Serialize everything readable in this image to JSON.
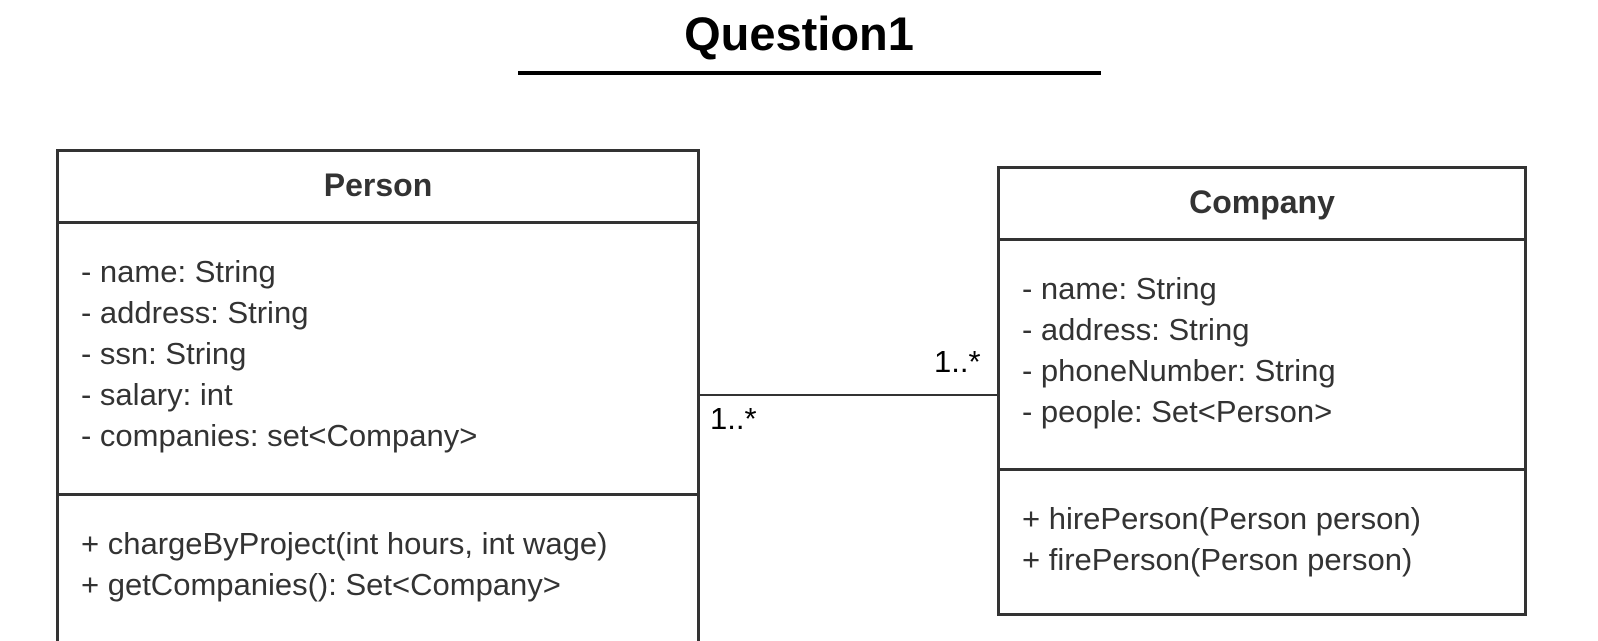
{
  "title": "Question1",
  "classes": {
    "person": {
      "name": "Person",
      "attributes": [
        "- name: String",
        "- address: String",
        "- ssn: String",
        "- salary: int",
        "- companies: set<Company>"
      ],
      "methods": [
        "+ chargeByProject(int hours, int wage)",
        "+ getCompanies(): Set<Company>"
      ]
    },
    "company": {
      "name": "Company",
      "attributes": [
        "- name: String",
        "- address: String",
        "- phoneNumber: String",
        "- people: Set<Person>"
      ],
      "methods": [
        "+ hirePerson(Person person)",
        "+ firePerson(Person person)"
      ]
    }
  },
  "association": {
    "person_multiplicity": "1..*",
    "company_multiplicity": "1..*"
  }
}
